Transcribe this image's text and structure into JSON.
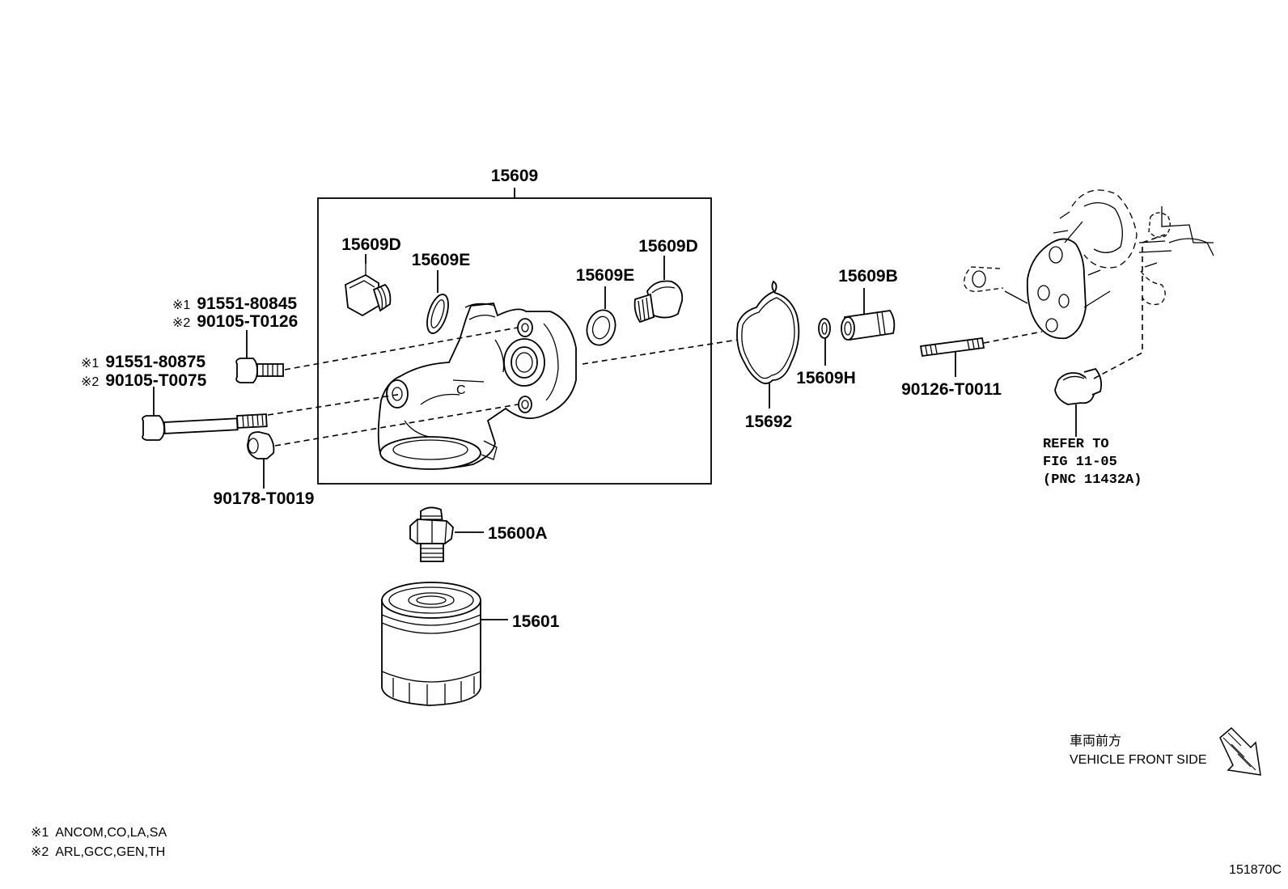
{
  "group_part": {
    "number": "15609"
  },
  "parts": {
    "p15609D_left": "15609D",
    "p15609E_left": "15609E",
    "p15609D_right": "15609D",
    "p15609E_right": "15609E",
    "p15609B": "15609B",
    "p15609H": "15609H",
    "p15692": "15692",
    "p15600A": "15600A",
    "p15601": "15601",
    "p90126": "90126-T0011",
    "p90178": "90178-T0019"
  },
  "bolt_upper": {
    "line1_mark": "※1",
    "line1_part": "91551-80845",
    "line2_mark": "※2",
    "line2_part": "90105-T0126"
  },
  "bolt_lower": {
    "line1_mark": "※1",
    "line1_part": "91551-80875",
    "line2_mark": "※2",
    "line2_part": "90105-T0075"
  },
  "refer_note": {
    "line1": "REFER TO",
    "line2": "FIG 11-05",
    "line3": "(PNC 11432A)"
  },
  "direction": {
    "japanese": "車両前方",
    "english": "VEHICLE FRONT SIDE"
  },
  "footnotes": [
    {
      "mark": "※1",
      "text": "ANCOM,CO,LA,SA"
    },
    {
      "mark": "※2",
      "text": "ARL,GCC,GEN,TH"
    }
  ],
  "figure_id": "151870C"
}
